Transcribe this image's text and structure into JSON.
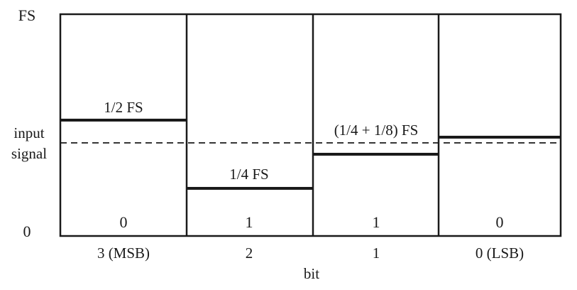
{
  "y_axis": {
    "top_label": "FS",
    "bottom_label": "0",
    "input_label_line1": "input",
    "input_label_line2": "signal"
  },
  "x_axis": {
    "title": "bit",
    "bits": [
      "3 (MSB)",
      "2",
      "1",
      "0 (LSB)"
    ]
  },
  "steps": [
    {
      "bit": "3 (MSB)",
      "level_fraction_of_fs": 0.5,
      "level_label": "1/2 FS",
      "result": "0"
    },
    {
      "bit": "2",
      "level_fraction_of_fs": 0.25,
      "level_label": "1/4 FS",
      "result": "1"
    },
    {
      "bit": "1",
      "level_fraction_of_fs": 0.375,
      "level_label": "(1/4 + 1/8) FS",
      "result": "1"
    },
    {
      "bit": "0 (LSB)",
      "level_fraction_of_fs": 0.4375,
      "level_label": "",
      "result": "0"
    }
  ],
  "input_signal_fraction_of_fs": 0.42
}
